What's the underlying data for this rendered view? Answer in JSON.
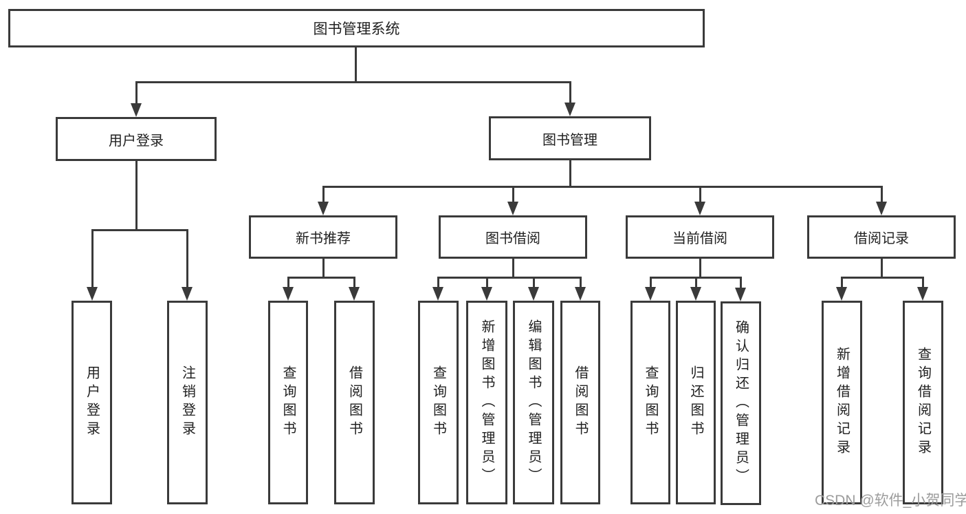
{
  "tree": {
    "root": {
      "label": "图书管理系统",
      "children": [
        {
          "label": "用户登录",
          "children": [
            {
              "label": "用户登录"
            },
            {
              "label": "注销登录"
            }
          ]
        },
        {
          "label": "图书管理",
          "children": [
            {
              "label": "新书推荐",
              "children": [
                {
                  "label": "查询图书"
                },
                {
                  "label": "借阅图书"
                }
              ]
            },
            {
              "label": "图书借阅",
              "children": [
                {
                  "label": "查询图书"
                },
                {
                  "label": "新增图书（管理员）"
                },
                {
                  "label": "编辑图书（管理员）"
                },
                {
                  "label": "借阅图书"
                }
              ]
            },
            {
              "label": "当前借阅",
              "children": [
                {
                  "label": "查询图书"
                },
                {
                  "label": "归还图书"
                },
                {
                  "label": "确认归还（管理员）"
                }
              ]
            },
            {
              "label": "借阅记录",
              "children": [
                {
                  "label": "新增借阅记录"
                },
                {
                  "label": "查询借阅记录"
                }
              ]
            }
          ]
        }
      ]
    }
  },
  "watermark": {
    "text": "CSDN @软件_小贺同学"
  },
  "colors": {
    "line": "#3a3a3a",
    "text": "#212121",
    "watermark": "#9c9c9c",
    "background": "#ffffff"
  }
}
